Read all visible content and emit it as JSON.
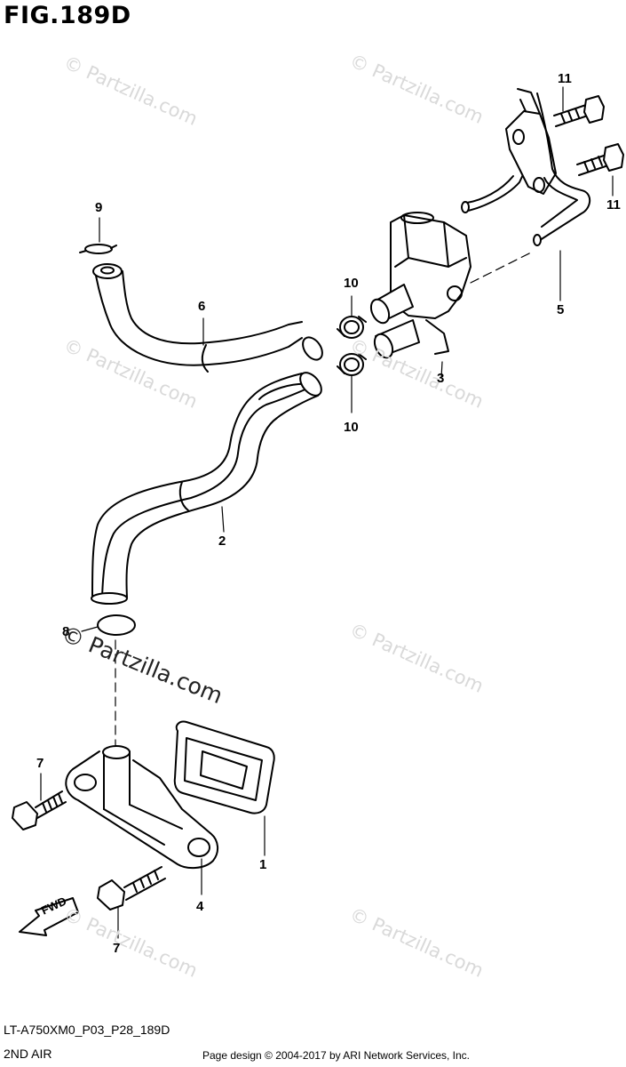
{
  "figure": {
    "title": "FIG.189D",
    "code": "LT-A750XM0_P03_P28_189D",
    "subtitle": "2ND AIR",
    "copyright": "Page design © 2004-2017 by ARI Network Services, Inc."
  },
  "watermark": {
    "text": "© Partzilla.com",
    "prominent_text": "© Partzilla.com"
  },
  "callouts": [
    "11",
    "11",
    "9",
    "6",
    "10",
    "10",
    "5",
    "3",
    "2",
    "8",
    "7",
    "1",
    "4",
    "7"
  ],
  "fwd_label": "FWD",
  "colors": {
    "line": "#000000",
    "background": "#ffffff",
    "watermark": "#d9d9d9"
  }
}
